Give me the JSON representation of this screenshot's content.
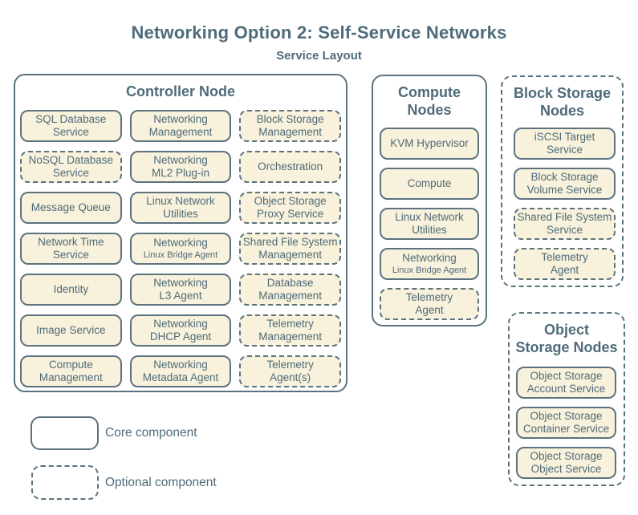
{
  "title": "Networking Option 2: Self-Service Networks",
  "subtitle": "Service Layout",
  "colors": {
    "box_border": "#5c737f",
    "box_fill": "#f8f1db",
    "text": "#4e6b7a",
    "background": "#ffffff"
  },
  "legend": {
    "core_label": "Core component",
    "optional_label": "Optional component"
  },
  "groups": [
    {
      "id": "controller-node",
      "header_lines": [
        "Controller Node"
      ],
      "optional": false,
      "columns": 3,
      "services": [
        {
          "line1": "SQL Database",
          "line2": "Service",
          "optional": false
        },
        {
          "line1": "Networking",
          "line2": "Management",
          "optional": false
        },
        {
          "line1": "Block Storage",
          "line2": "Management",
          "optional": true
        },
        {
          "line1": "NoSQL Database",
          "line2": "Service",
          "optional": true
        },
        {
          "line1": "Networking",
          "line2": "ML2 Plug-in",
          "optional": false
        },
        {
          "line1": "Orchestration",
          "optional": true
        },
        {
          "line1": "Message Queue",
          "optional": false
        },
        {
          "line1": "Linux Network",
          "line2": "Utilities",
          "optional": false
        },
        {
          "line1": "Object Storage",
          "line2": "Proxy Service",
          "optional": true
        },
        {
          "line1": "Network Time",
          "line2": "Service",
          "optional": false
        },
        {
          "line1": "Networking",
          "line2": "Linux Bridge Agent",
          "line2_small": true,
          "optional": false
        },
        {
          "line1": "Shared File System",
          "line2": "Management",
          "optional": true
        },
        {
          "line1": "Identity",
          "optional": false
        },
        {
          "line1": "Networking",
          "line2": "L3 Agent",
          "optional": false
        },
        {
          "line1": "Database",
          "line2": "Management",
          "optional": true
        },
        {
          "line1": "Image Service",
          "optional": false
        },
        {
          "line1": "Networking",
          "line2": "DHCP Agent",
          "optional": false
        },
        {
          "line1": "Telemetry",
          "line2": "Management",
          "optional": true
        },
        {
          "line1": "Compute",
          "line2": "Management",
          "optional": false
        },
        {
          "line1": "Networking",
          "line2": "Metadata Agent",
          "optional": false
        },
        {
          "line1": "Telemetry",
          "line2": "Agent(s)",
          "optional": true
        }
      ]
    },
    {
      "id": "compute-nodes",
      "header_lines": [
        "Compute",
        "Nodes"
      ],
      "optional": false,
      "columns": 1,
      "services": [
        {
          "line1": "KVM Hypervisor",
          "optional": false
        },
        {
          "line1": "Compute",
          "optional": false
        },
        {
          "line1": "Linux Network",
          "line2": "Utilities",
          "optional": false
        },
        {
          "line1": "Networking",
          "line2": "Linux Bridge Agent",
          "line2_small": true,
          "optional": false
        },
        {
          "line1": "Telemetry",
          "line2": "Agent",
          "optional": true
        }
      ]
    },
    {
      "id": "block-storage-nodes",
      "header_lines": [
        "Block Storage",
        "Nodes"
      ],
      "optional": true,
      "columns": 1,
      "services": [
        {
          "line1": "iSCSI Target",
          "line2": "Service",
          "optional": false
        },
        {
          "line1": "Block Storage",
          "line2": "Volume Service",
          "optional": false
        },
        {
          "line1": "Shared File System",
          "line2": "Service",
          "optional": true
        },
        {
          "line1": "Telemetry",
          "line2": "Agent",
          "optional": true
        }
      ]
    },
    {
      "id": "object-storage-nodes",
      "header_lines": [
        "Object",
        "Storage Nodes"
      ],
      "optional": true,
      "columns": 1,
      "services": [
        {
          "line1": "Object Storage",
          "line2": "Account Service",
          "optional": false
        },
        {
          "line1": "Object Storage",
          "line2": "Container Service",
          "optional": false
        },
        {
          "line1": "Object Storage",
          "line2": "Object Service",
          "optional": false
        }
      ]
    }
  ]
}
